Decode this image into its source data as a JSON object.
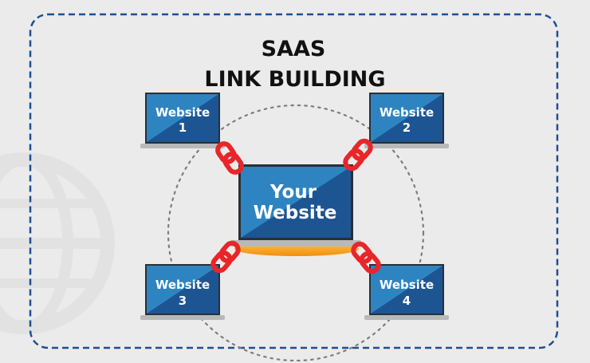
{
  "title": {
    "line1": "SAAS",
    "line2": "LINK BUILDING"
  },
  "center": {
    "line1": "Your",
    "line2": "Website"
  },
  "websites": [
    {
      "line1": "Website",
      "line2": "1"
    },
    {
      "line1": "Website",
      "line2": "2"
    },
    {
      "line1": "Website",
      "line2": "3"
    },
    {
      "line1": "Website",
      "line2": "4"
    }
  ],
  "colors": {
    "background": "#ecebeb",
    "frame_dash": "#1f4e93",
    "screen_dark": "#1d5593",
    "screen_light": "#2d84c1",
    "laptop_base": "#b9b9b9",
    "glow": "#f7a11a",
    "chain": "#e8262a",
    "circle_dots": "#7d7d7d",
    "title": "#111111"
  },
  "icons": [
    "chain-link-icon",
    "laptop-icon",
    "globe-watermark-icon"
  ]
}
